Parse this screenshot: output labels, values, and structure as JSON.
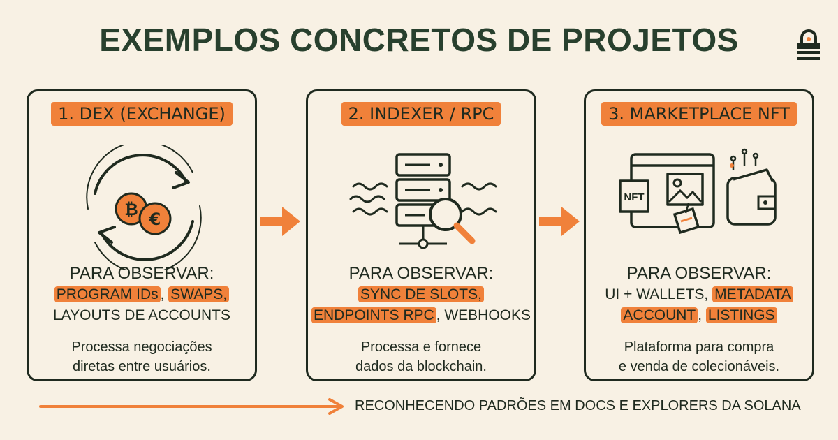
{
  "title": "EXEMPLOS CONCRETOS DE PROJETOS",
  "colors": {
    "accent": "#f0813a",
    "ink": "#1f2a1f",
    "background": "#f8f1e4",
    "title": "#28402e"
  },
  "cards": [
    {
      "title": "1. DEX (EXCHANGE)",
      "icon": "currency-exchange-icon",
      "observe_heading": "PARA OBSERVAR:",
      "observe_lines": [
        [
          {
            "text": "PROGRAM IDs",
            "hl": true
          },
          {
            "text": ", ",
            "hl": false
          },
          {
            "text": "SWAPS,",
            "hl": true
          }
        ],
        [
          {
            "text": "LAYOUTS DE ACCOUNTS",
            "hl": false
          }
        ]
      ],
      "description_lines": [
        "Processa negociações",
        "diretas entre usuários."
      ]
    },
    {
      "title": "2. INDEXER / RPC",
      "icon": "server-search-icon",
      "observe_heading": "PARA OBSERVAR:",
      "observe_lines": [
        [
          {
            "text": "SYNC DE SLOTS,",
            "hl": true
          }
        ],
        [
          {
            "text": "ENDPOINTS RPC",
            "hl": true
          },
          {
            "text": ", WEBHOOKS",
            "hl": false
          }
        ]
      ],
      "description_lines": [
        "Processa e fornece",
        "dados da blockchain."
      ]
    },
    {
      "title": "3. MARKETPLACE NFT",
      "icon": "nft-wallet-icon",
      "nft_tag_text": "NFT",
      "observe_heading": "PARA OBSERVAR:",
      "observe_lines": [
        [
          {
            "text": "UI + WALLETS, ",
            "hl": false
          },
          {
            "text": "METADATA",
            "hl": true
          }
        ],
        [
          {
            "text": "ACCOUNT",
            "hl": true
          },
          {
            "text": ", ",
            "hl": false
          },
          {
            "text": "LISTINGS",
            "hl": true
          }
        ]
      ],
      "description_lines": [
        "Plataforma para compra",
        "e venda de colecionáveis."
      ]
    }
  ],
  "footer": {
    "text": "RECONHECENDO PADRÕES EM DOCS E EXPLORERS DA SOLANA"
  }
}
